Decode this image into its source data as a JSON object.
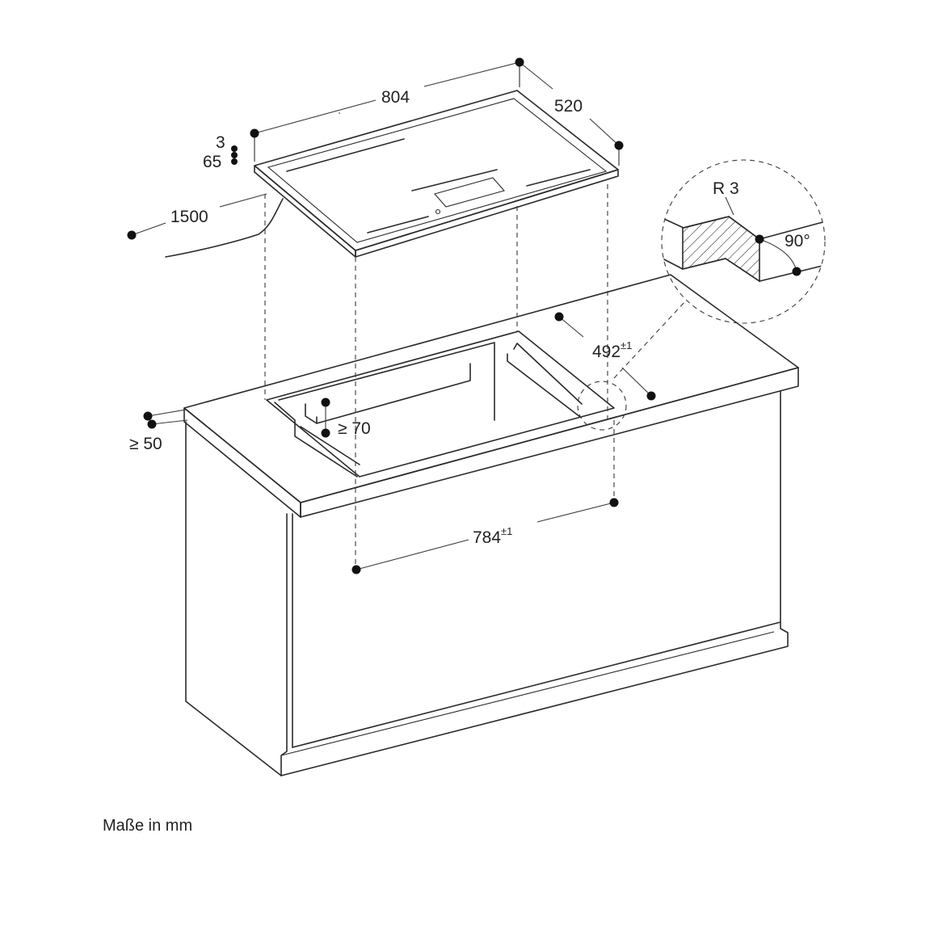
{
  "dimensions": {
    "width": "804",
    "depth": "520",
    "glass_thickness": "3",
    "height": "65",
    "cable_length": "1500",
    "cutout_depth": "492",
    "cutout_depth_tol": "±1",
    "cutout_width": "784",
    "cutout_width_tol": "±1",
    "min_front_distance": "≥ 50",
    "min_side_distance": "≥ 70"
  },
  "detail": {
    "radius": "R 3",
    "angle": "90°"
  },
  "caption": "Maße in mm"
}
